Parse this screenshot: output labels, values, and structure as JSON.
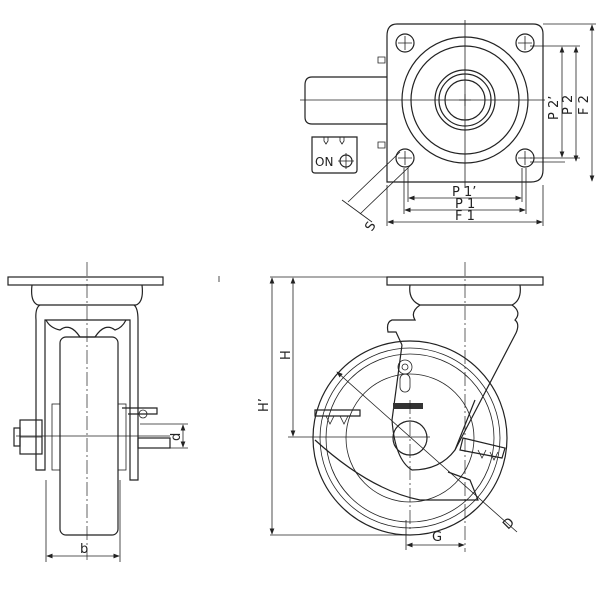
{
  "drawing": {
    "top_view": {
      "dims": {
        "p1_prime": "P 1’",
        "p1": "P 1",
        "f1": "F 1",
        "p2_prime": "P 2’",
        "p2": "P 2",
        "f2": "F 2",
        "s": "S"
      },
      "brake_label": "ON"
    },
    "side_view": {
      "dims": {
        "b": "b",
        "d": "d"
      }
    },
    "front_view": {
      "dims": {
        "h": "H",
        "h_prime": "H’",
        "g": "G",
        "d": "D"
      }
    }
  }
}
